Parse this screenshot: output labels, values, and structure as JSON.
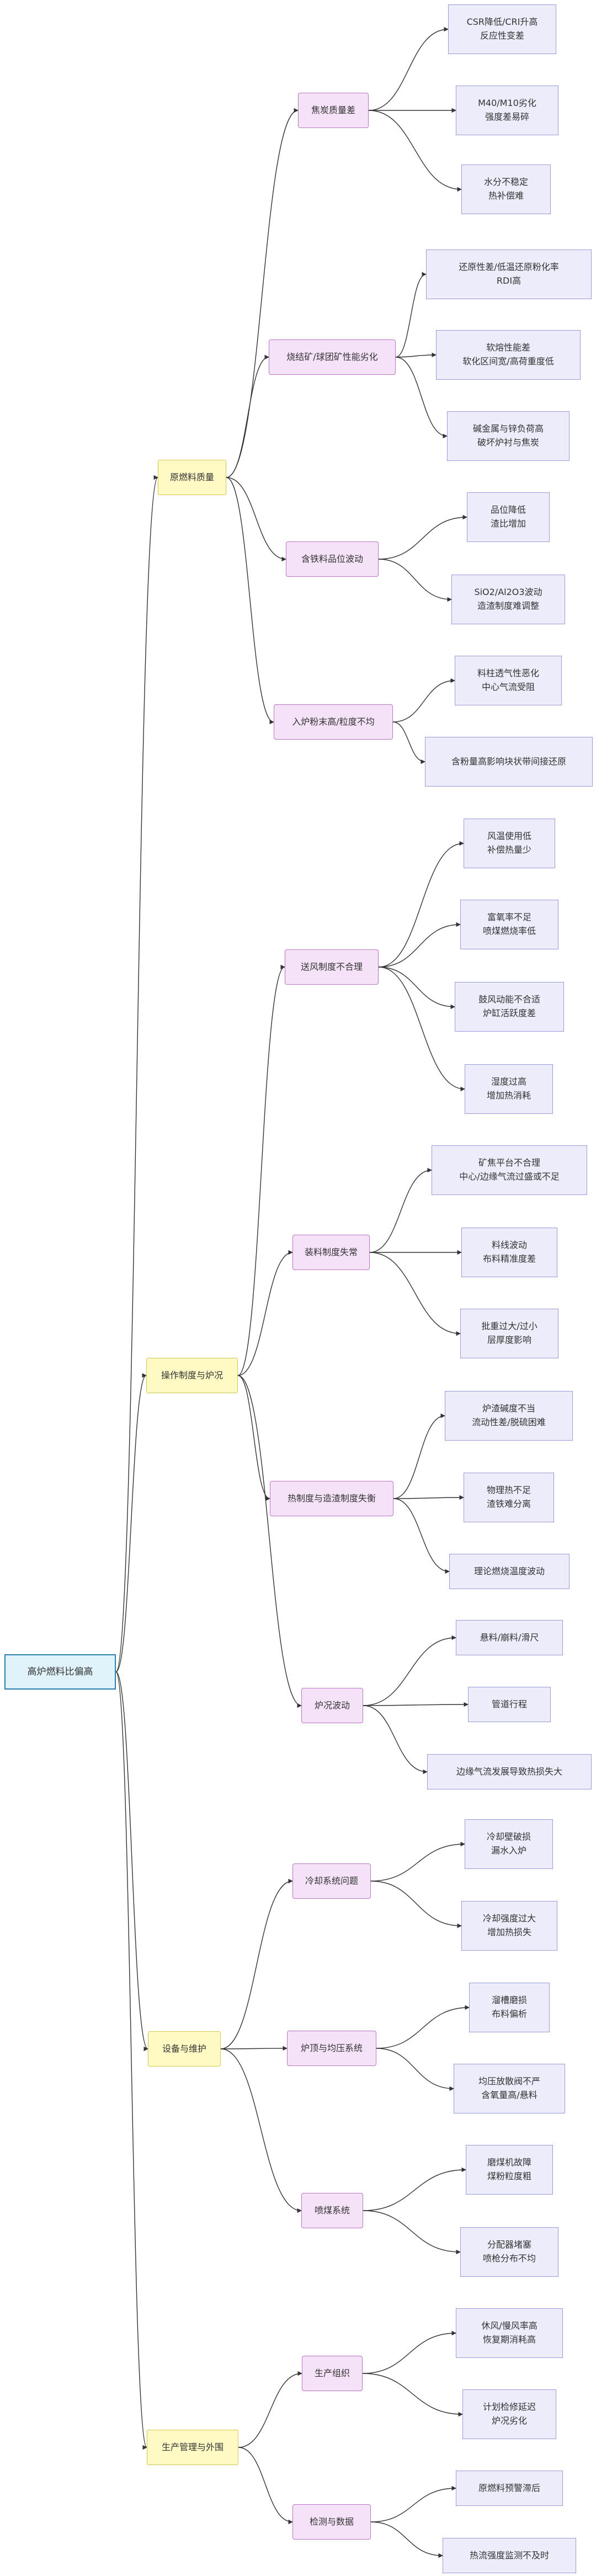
{
  "root": "高炉燃料比偏高",
  "categories": [
    {
      "label": "原燃料质量",
      "causes": [
        {
          "label": "焦炭质量差",
          "details": [
            "CSR降低/CRI升高\n反应性变差",
            "M40/M10劣化\n强度差易碎",
            "水分不稳定\n热补偿难"
          ]
        },
        {
          "label": "烧结矿/球团矿性能劣化",
          "details": [
            "还原性差/低温还原粉化率\nRDI高",
            "软熔性能差\n软化区间宽/高荷重度低",
            "碱金属与锌负荷高\n破坏炉衬与焦炭"
          ]
        },
        {
          "label": "含铁料品位波动",
          "details": [
            "品位降低\n渣比增加",
            "SiO2/Al2O3波动\n造渣制度难调整"
          ]
        },
        {
          "label": "入炉粉末高/粒度不均",
          "details": [
            "料柱透气性恶化\n中心气流受阻",
            "含粉量高影响块状带间接还原"
          ]
        }
      ]
    },
    {
      "label": "操作制度与炉况",
      "causes": [
        {
          "label": "送风制度不合理",
          "details": [
            "风温使用低\n补偿热量少",
            "富氧率不足\n喷煤燃烧率低",
            "鼓风动能不合适\n炉缸活跃度差",
            "湿度过高\n增加热消耗"
          ]
        },
        {
          "label": "装料制度失常",
          "details": [
            "矿焦平台不合理\n中心/边缘气流过盛或不足",
            "料线波动\n布料精准度差",
            "批重过大/过小\n层厚度影响"
          ]
        },
        {
          "label": "热制度与造渣制度失衡",
          "details": [
            "炉渣碱度不当\n流动性差/脱硫困难",
            "物理热不足\n渣铁难分离",
            "理论燃烧温度波动"
          ]
        },
        {
          "label": "炉况波动",
          "details": [
            "悬料/崩料/滑尺",
            "管道行程",
            "边缘气流发展导致热损失大"
          ]
        }
      ]
    },
    {
      "label": "设备与维护",
      "causes": [
        {
          "label": "冷却系统问题",
          "details": [
            "冷却壁破损\n漏水入炉",
            "冷却强度过大\n增加热损失"
          ]
        },
        {
          "label": "炉顶与均压系统",
          "details": [
            "溜槽磨损\n布料偏析",
            "均压放散阀不严\n含氧量高/悬料"
          ]
        },
        {
          "label": "喷煤系统",
          "details": [
            "磨煤机故障\n煤粉粒度粗",
            "分配器堵塞\n喷枪分布不均"
          ]
        }
      ]
    },
    {
      "label": "生产管理与外围",
      "causes": [
        {
          "label": "生产组织",
          "details": [
            "休风/慢风率高\n恢复期消耗高",
            "计划检修延迟\n炉况劣化"
          ]
        },
        {
          "label": "检测与数据",
          "details": [
            "原燃料预警滞后",
            "热流强度监测不及时"
          ]
        }
      ]
    }
  ]
}
